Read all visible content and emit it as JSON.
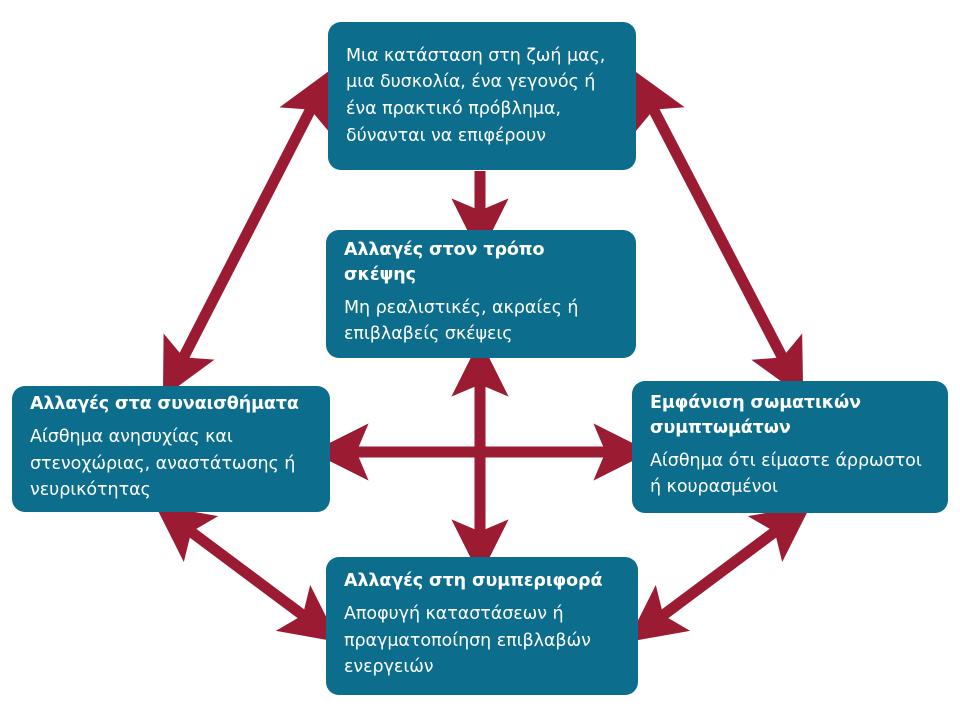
{
  "diagram": {
    "type": "cbt-hot-cross-bun-model",
    "language": "el",
    "colors": {
      "box_fill": "#0d6d8c",
      "box_text": "#ffffff",
      "arrow": "#9b1b33",
      "background": "#ffffff"
    },
    "nodes": [
      {
        "id": "trigger",
        "title": "",
        "body": "Μια κατάσταση στη ζωή μας, μια δυσκολία, ένα γεγονός ή ένα πρακτικό πρόβλημα, δύνανται να επιφέρουν"
      },
      {
        "id": "thoughts",
        "title": "Αλλαγές στον τρόπο σκέψης",
        "body": "Μη ρεαλιστικές, ακραίες ή επιβλαβείς σκέψεις"
      },
      {
        "id": "emotions",
        "title": "Αλλαγές στα συναισθήματα",
        "body": "Αίσθημα ανησυχίας και στενοχώριας, αναστάτωσης ή νευρικότητας"
      },
      {
        "id": "physical",
        "title": "Εμφάνιση σωματικών συμπτωμάτων",
        "body": "Αίσθημα ότι είμαστε άρρωστοι ή κουρασμένοι"
      },
      {
        "id": "behaviour",
        "title": "Αλλαγές στη συμπεριφορά",
        "body": "Αποφυγή καταστάσεων ή πραγματοποίηση επιβλαβών ενεργειών"
      }
    ],
    "connectors": [
      {
        "id": "trigger-to-thoughts",
        "from": "trigger",
        "to": "thoughts",
        "heads": "single-down"
      },
      {
        "id": "trigger-emotions",
        "from": "trigger",
        "to": "emotions",
        "heads": "double"
      },
      {
        "id": "trigger-physical",
        "from": "trigger",
        "to": "physical",
        "heads": "double"
      },
      {
        "id": "emotions-physical",
        "from": "emotions",
        "to": "physical",
        "heads": "double"
      },
      {
        "id": "thoughts-behaviour",
        "from": "thoughts",
        "to": "behaviour",
        "heads": "double"
      },
      {
        "id": "emotions-behaviour",
        "from": "emotions",
        "to": "behaviour",
        "heads": "double"
      },
      {
        "id": "physical-behaviour",
        "from": "physical",
        "to": "behaviour",
        "heads": "double"
      }
    ]
  }
}
